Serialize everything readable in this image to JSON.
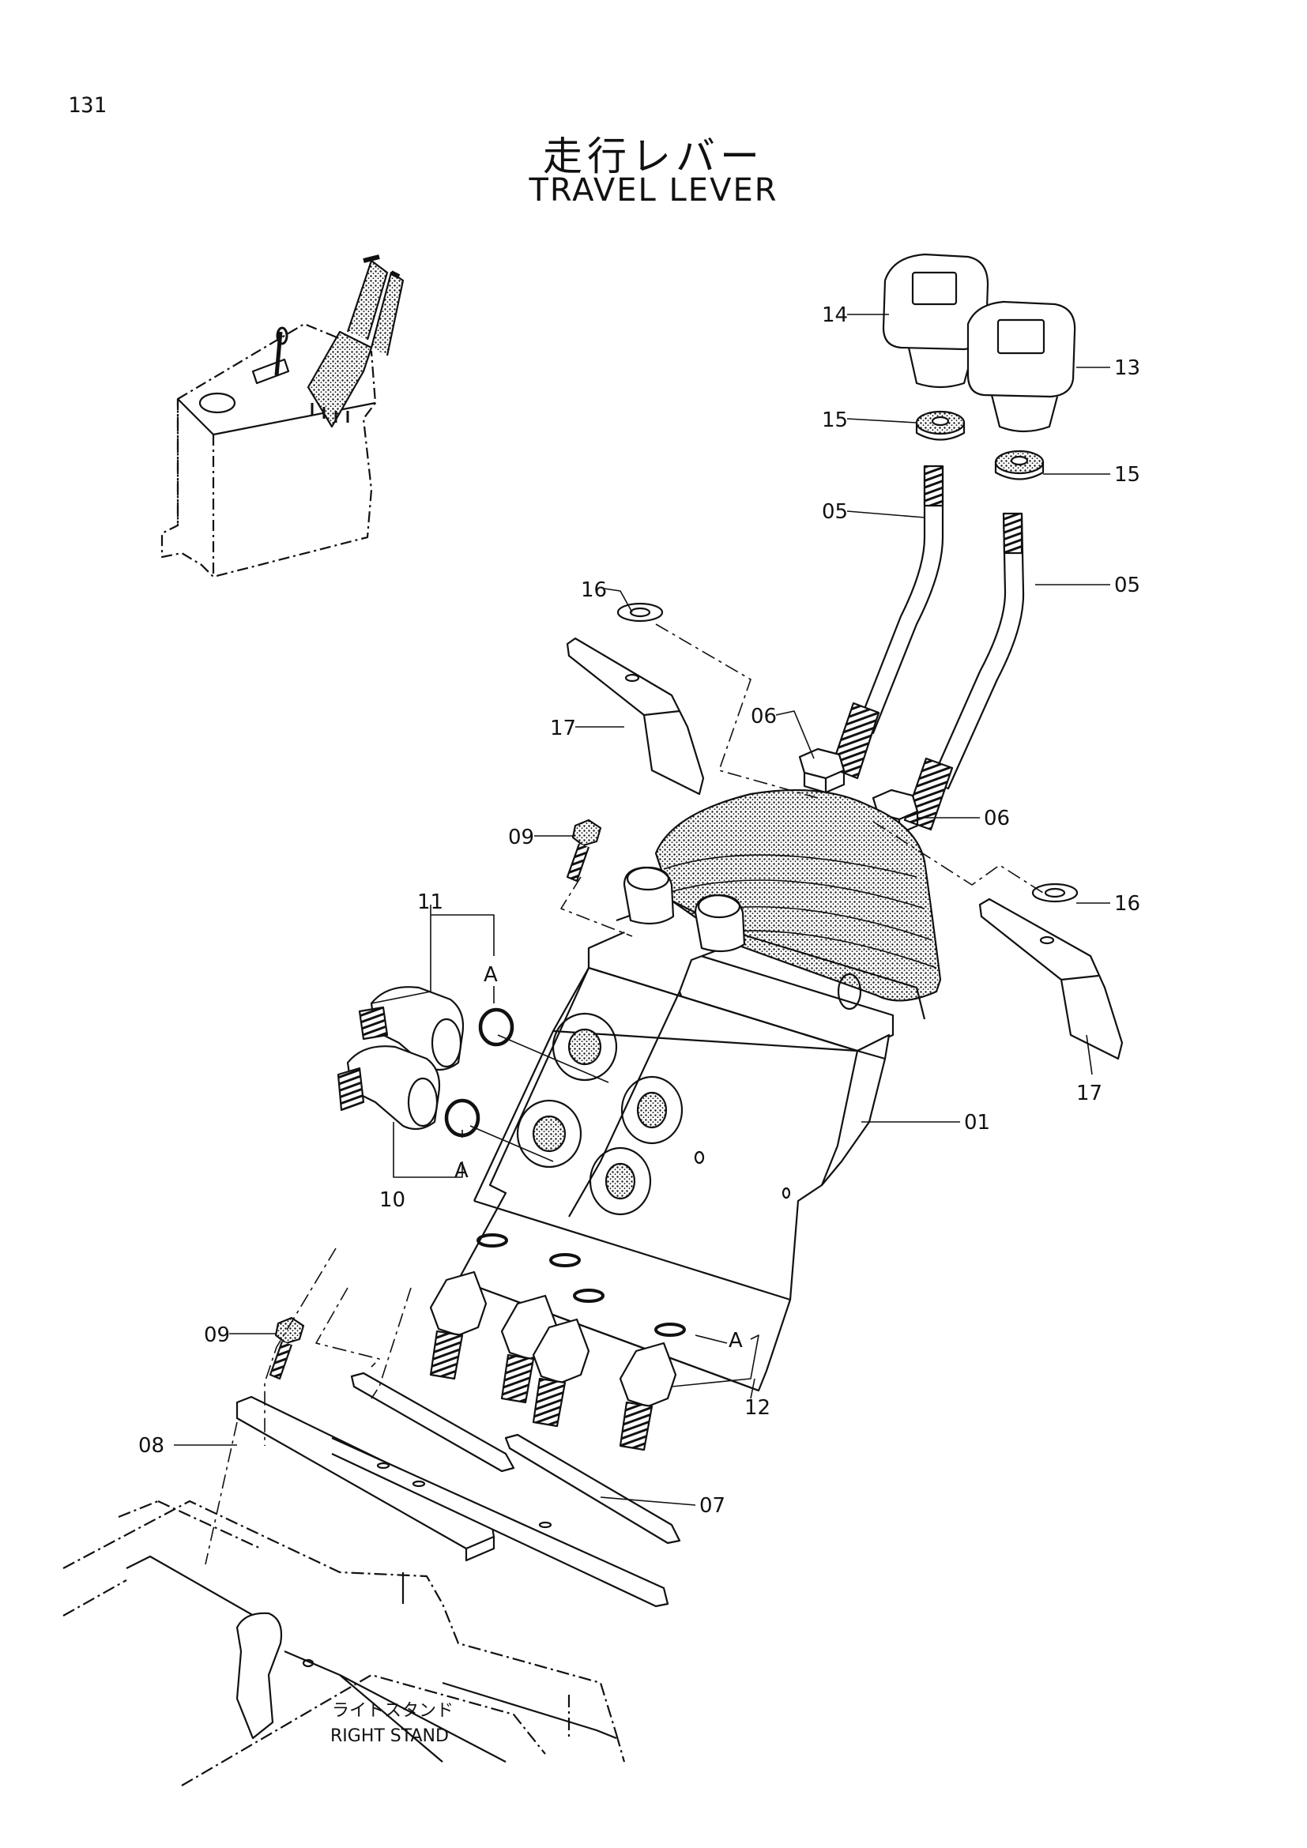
{
  "page_number": "131",
  "title_ja": "走行レバー",
  "title_en": "TRAVEL LEVER",
  "stand_label_ja": "ライトスタンド",
  "stand_label_en": "RIGHT STAND",
  "callouts": {
    "c01": "01",
    "c05a": "05",
    "c05b": "05",
    "c06a": "06",
    "c06b": "06",
    "c07": "07",
    "c08": "08",
    "c09a": "09",
    "c09b": "09",
    "c10": "10",
    "c11": "11",
    "c12": "12",
    "c13": "13",
    "c14": "14",
    "c15a": "15",
    "c15b": "15",
    "c16a": "16",
    "c16b": "16",
    "c17a": "17",
    "c17b": "17",
    "A1": "A",
    "A2": "A",
    "A3": "A"
  }
}
